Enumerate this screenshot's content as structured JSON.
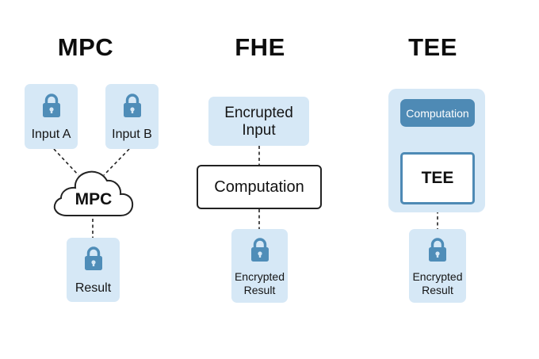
{
  "columns": {
    "mpc": {
      "title": "MPC",
      "input_a": "Input A",
      "input_b": "Input B",
      "cloud": "MPC",
      "result": "Result"
    },
    "fhe": {
      "title": "FHE",
      "input_line1": "Encrupted",
      "input_line2": "Input",
      "computation": "Computation",
      "result_line1": "Encrypted",
      "result_line2": "Result"
    },
    "tee": {
      "title": "TEE",
      "computation": "Computation",
      "enclave": "TEE",
      "result_line1": "Encrypted",
      "result_line2": "Result"
    }
  },
  "colors": {
    "box_fill": "#d6e8f6",
    "lock_fill": "#4f8db8",
    "tee_pill": "#4e8ab5",
    "tee_border": "#4e8ab5",
    "connector": "#222222"
  },
  "icons": [
    "lock-icon",
    "cloud-icon"
  ]
}
